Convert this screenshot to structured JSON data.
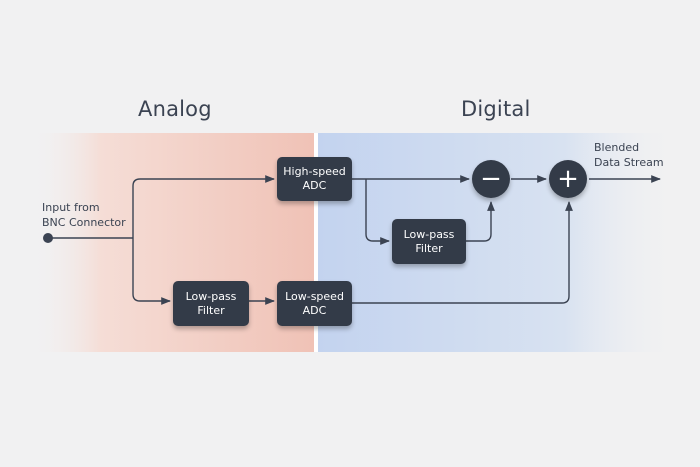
{
  "sections": {
    "analog_title": "Analog",
    "digital_title": "Digital"
  },
  "input": {
    "line1": "Input from",
    "line2": "BNC Connector"
  },
  "output": {
    "line1": "Blended",
    "line2": "Data Stream"
  },
  "blocks": {
    "high_speed_adc": {
      "line1": "High-speed",
      "line2": "ADC"
    },
    "low_speed_adc": {
      "line1": "Low-speed",
      "line2": "ADC"
    },
    "lowpass_analog": {
      "line1": "Low-pass",
      "line2": "Filter"
    },
    "lowpass_digital": {
      "line1": "Low-pass",
      "line2": "Filter"
    }
  },
  "operators": {
    "subtract": "−",
    "add": "+"
  },
  "colors": {
    "line": "#3b4352",
    "block_fill": "#333b48",
    "analog_bg": "#f0c6bb",
    "digital_bg": "#c6d5ef"
  }
}
